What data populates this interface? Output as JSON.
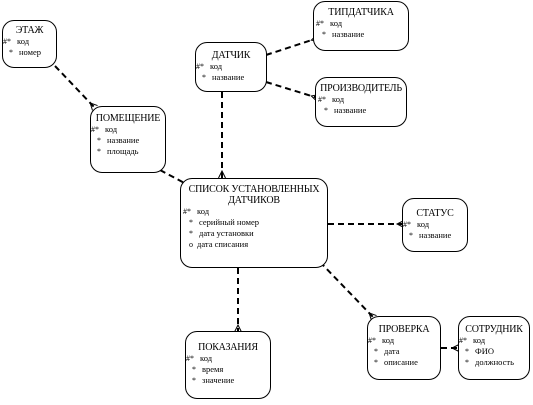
{
  "entities": [
    {
      "id": "etazh",
      "title": "ЭТАЖ",
      "attributes": [
        {
          "mark": "#*",
          "name": "код"
        },
        {
          "mark": "*",
          "name": "номер"
        }
      ]
    },
    {
      "id": "tipdatchika",
      "title": "ТИПДАТЧИКА",
      "attributes": [
        {
          "mark": "#*",
          "name": "код"
        },
        {
          "mark": "*",
          "name": "название"
        }
      ]
    },
    {
      "id": "datchik",
      "title": "ДАТЧИК",
      "attributes": [
        {
          "mark": "#*",
          "name": "код"
        },
        {
          "mark": "*",
          "name": "название"
        }
      ]
    },
    {
      "id": "proizvoditel",
      "title": "ПРОИЗВОДИТЕЛЬ",
      "attributes": [
        {
          "mark": "#*",
          "name": "код"
        },
        {
          "mark": "*",
          "name": "название"
        }
      ]
    },
    {
      "id": "pomeshchenie",
      "title": "ПОМЕЩЕНИЕ",
      "attributes": [
        {
          "mark": "#*",
          "name": "код"
        },
        {
          "mark": "*",
          "name": "название"
        },
        {
          "mark": "*",
          "name": "площадь"
        }
      ]
    },
    {
      "id": "spisok",
      "title": "СПИСОК УСТАНОВЛЕННЫХ\nДАТЧИКОВ",
      "attributes": [
        {
          "mark": "#*",
          "name": "код"
        },
        {
          "mark": "*",
          "name": "серийный номер"
        },
        {
          "mark": "*",
          "name": "дата установки"
        },
        {
          "mark": "o",
          "name": "дата списания"
        }
      ]
    },
    {
      "id": "status",
      "title": "СТАТУС",
      "attributes": [
        {
          "mark": "#*",
          "name": "код"
        },
        {
          "mark": "*",
          "name": "название"
        }
      ]
    },
    {
      "id": "pokazaniya",
      "title": "ПОКАЗАНИЯ",
      "attributes": [
        {
          "mark": "#*",
          "name": "код"
        },
        {
          "mark": "*",
          "name": "время"
        },
        {
          "mark": "*",
          "name": "значение"
        }
      ]
    },
    {
      "id": "proverka",
      "title": "ПРОВЕРКА",
      "attributes": [
        {
          "mark": "#*",
          "name": "код"
        },
        {
          "mark": "*",
          "name": "дата"
        },
        {
          "mark": "*",
          "name": "описание"
        }
      ]
    },
    {
      "id": "sotrudnik",
      "title": "СОТРУДНИК",
      "attributes": [
        {
          "mark": "#*",
          "name": "код"
        },
        {
          "mark": "*",
          "name": "ФИО"
        },
        {
          "mark": "*",
          "name": "должность"
        }
      ]
    }
  ],
  "relationships": [
    {
      "from": "etazh",
      "to": "pomeshchenie",
      "line": "dashed",
      "end": "crowfoot"
    },
    {
      "from": "datchik",
      "to": "tipdatchika",
      "line": "dashed",
      "end": "crowfoot"
    },
    {
      "from": "datchik",
      "to": "proizvoditel",
      "line": "dashed",
      "end": "crowfoot"
    },
    {
      "from": "datchik",
      "to": "spisok",
      "line": "dashed",
      "end": "crowfoot"
    },
    {
      "from": "pomeshchenie",
      "to": "spisok",
      "line": "dashed",
      "end": "crowfoot"
    },
    {
      "from": "spisok",
      "to": "status",
      "line": "dashed",
      "end": "crowfoot"
    },
    {
      "from": "spisok",
      "to": "pokazaniya",
      "line": "dashed",
      "end": "crowfoot"
    },
    {
      "from": "spisok",
      "to": "proverka",
      "line": "dashed",
      "end": "crowfoot"
    },
    {
      "from": "proverka",
      "to": "sotrudnik",
      "line": "dashed",
      "end": "crowfoot"
    }
  ]
}
